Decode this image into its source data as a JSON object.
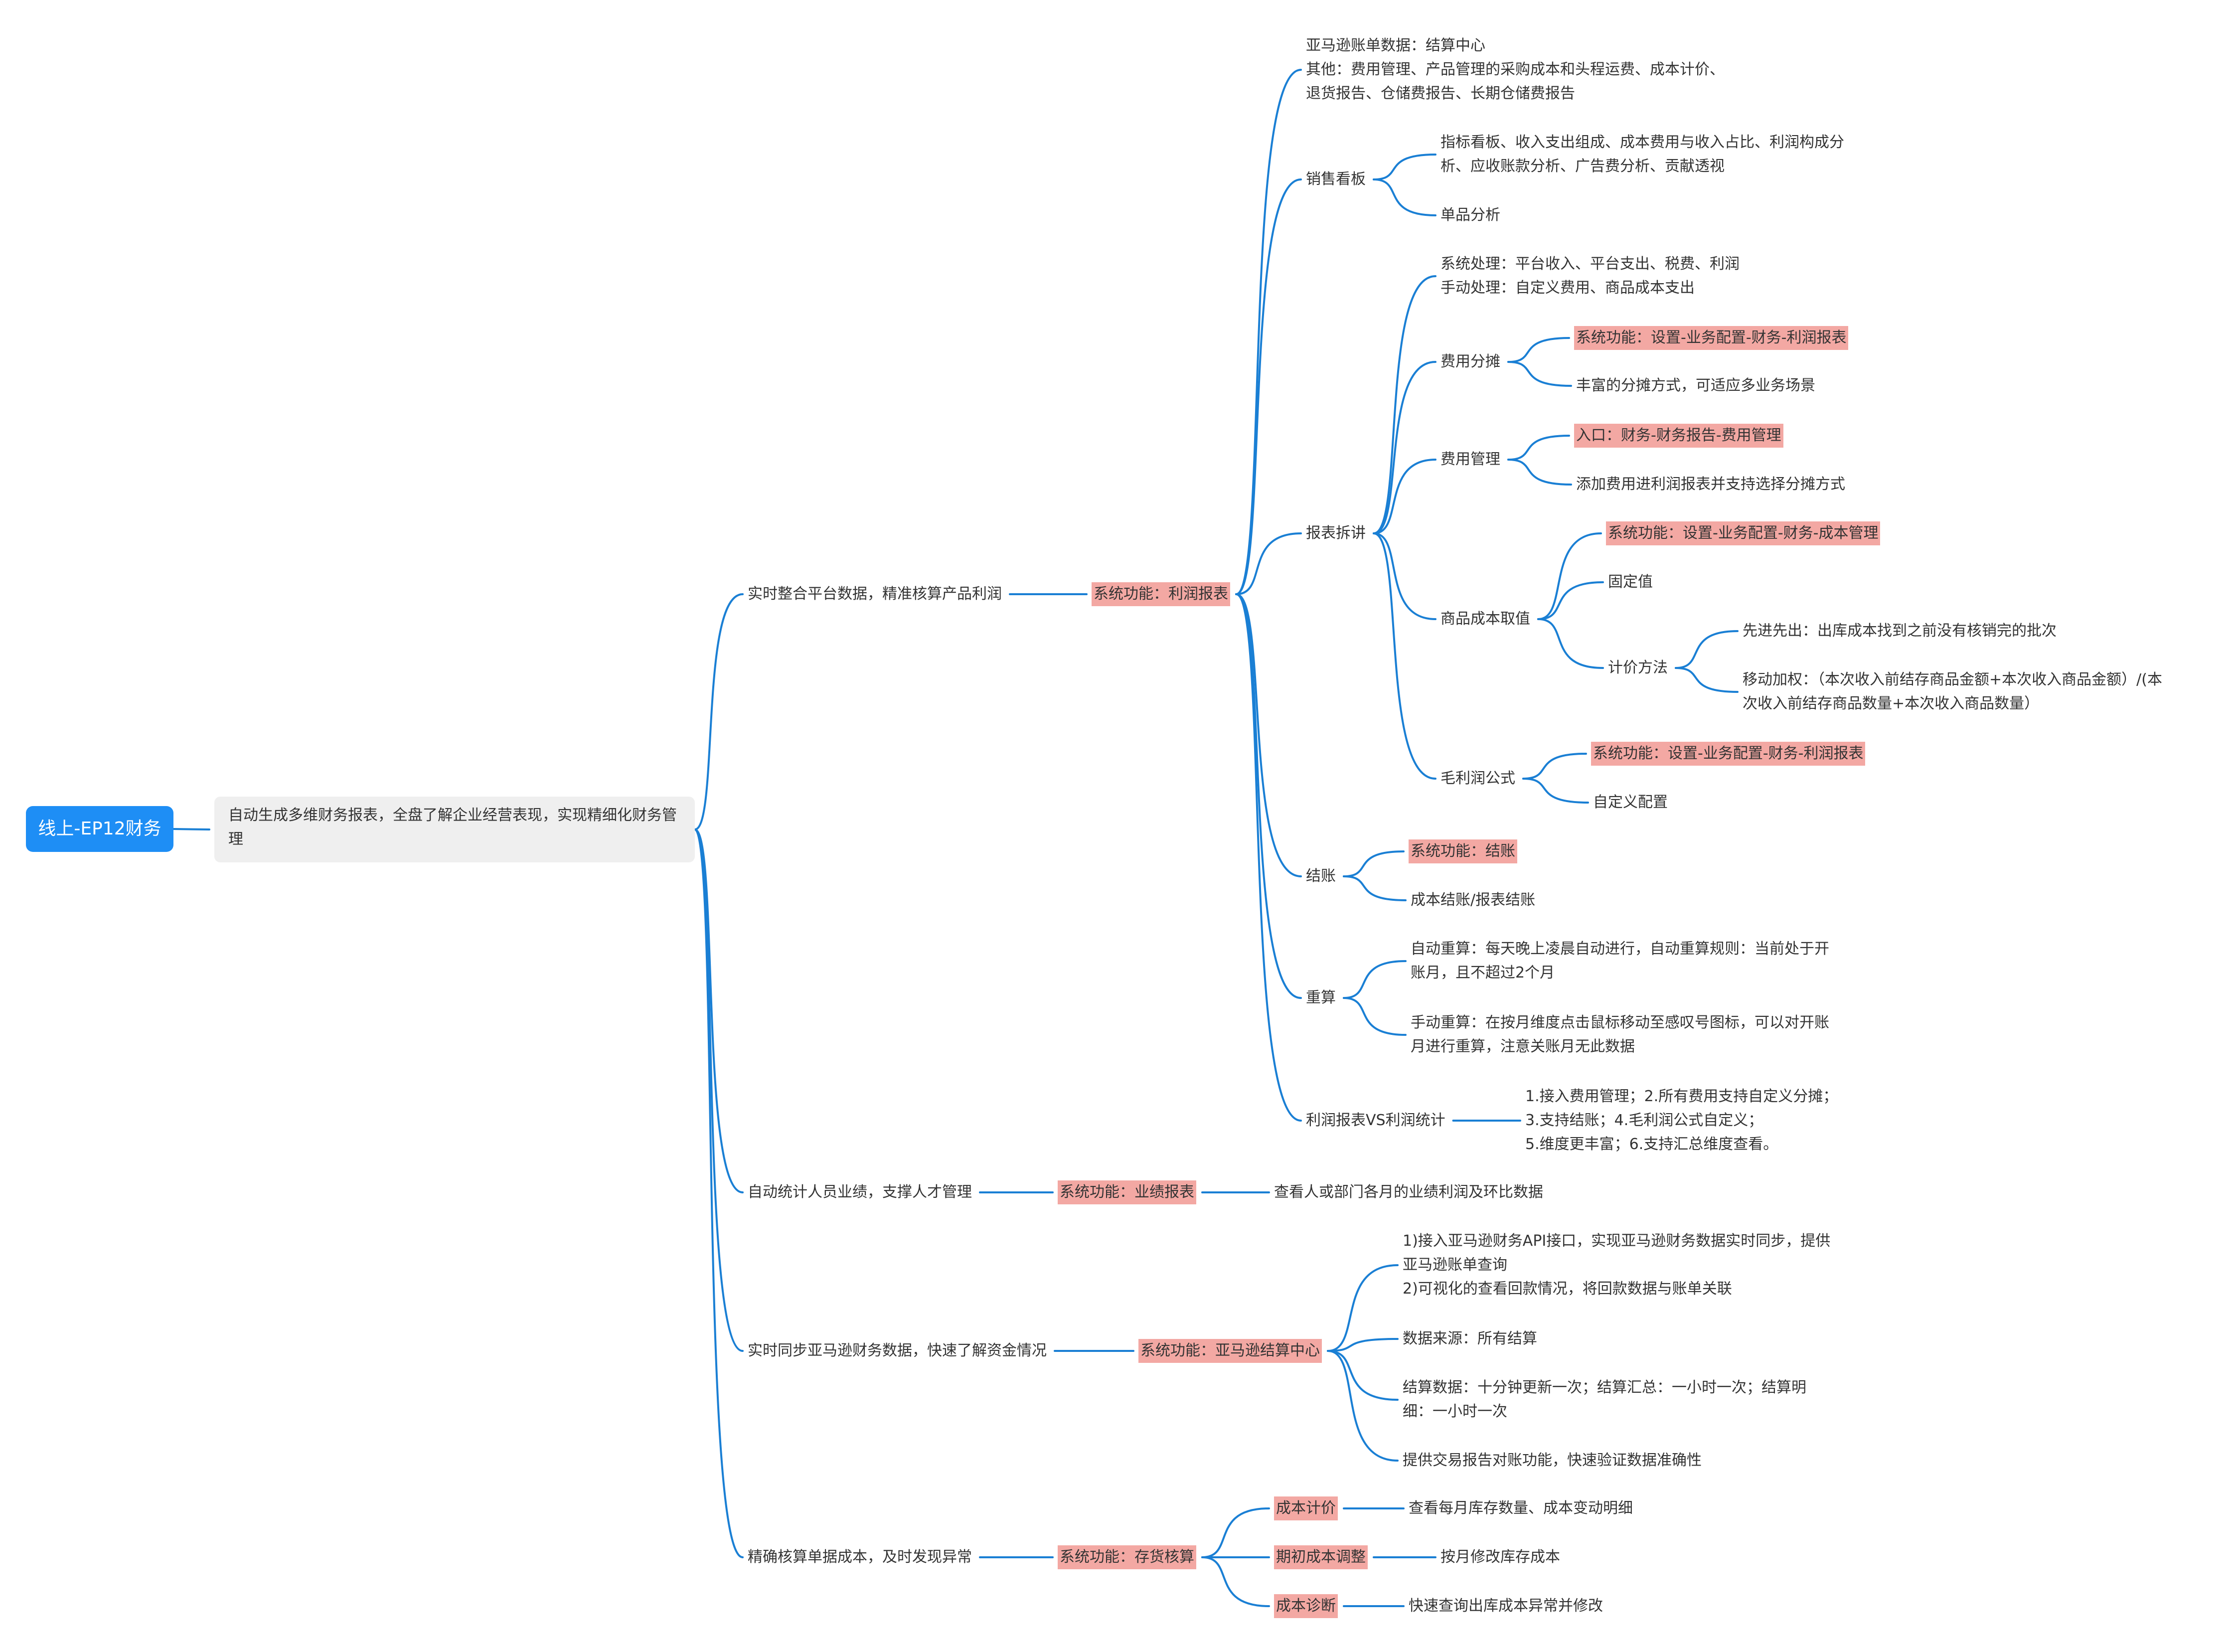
{
  "colors": {
    "root": "#1e8ef5",
    "highlight": "#f3a8a3",
    "link": "#1a7fd4",
    "center": "#efefef"
  },
  "mindmap": {
    "root": "线上-EP12财务",
    "center": "自动生成多维财务报表，全盘了解企业经营表现，实现精细化财务管理",
    "b1": {
      "text": "实时整合平台数据，精准核算产品利润",
      "sys": "系统功能：利润报表",
      "source": "亚马逊账单数据：结算中心\n其他：费用管理、产品管理的采购成本和头程运费、成本计价、\n退货报告、仓储费报告、长期仓储费报告",
      "sales": {
        "label": "销售看板",
        "item1": "指标看板、收入支出组成、成本费用与收入占比、利润构成分\n析、应收账款分析、广告费分析、贡献透视",
        "item2": "单品分析"
      },
      "report": {
        "label": "报表拆讲",
        "process": "系统处理：平台收入、平台支出、税费、利润\n手动处理：自定义费用、商品成本支出",
        "alloc": {
          "label": "费用分摊",
          "sys": "系统功能：设置-业务配置-财务-利润报表",
          "desc": "丰富的分摊方式，可适应多业务场景"
        },
        "expense": {
          "label": "费用管理",
          "entry": "入口：财务-财务报告-费用管理",
          "desc": "添加费用进利润报表并支持选择分摊方式"
        },
        "cost": {
          "label": "商品成本取值",
          "sys": "系统功能：设置-业务配置-财务-成本管理",
          "fixed": "固定值",
          "method": "计价方法",
          "fifo": "先进先出：出库成本找到之前没有核销完的批次",
          "moving": "移动加权：（本次收入前结存商品金额+本次收入商品金额）/(本\n次收入前结存商品数量+本次收入商品数量）"
        },
        "margin": {
          "label": "毛利润公式",
          "sys": "系统功能：设置-业务配置-财务-利润报表",
          "custom": "自定义配置"
        }
      },
      "close": {
        "label": "结账",
        "sys": "系统功能：结账",
        "desc": "成本结账/报表结账"
      },
      "recalc": {
        "label": "重算",
        "auto": "自动重算：每天晚上凌晨自动进行，自动重算规则：当前处于开\n账月，且不超过2个月",
        "manual": "手动重算：在按月维度点击鼠标移动至感叹号图标，可以对开账\n月进行重算，注意关账月无此数据"
      },
      "vs": {
        "label": "利润报表VS利润统计",
        "desc": "1.接入费用管理；2.所有费用支持自定义分摊；\n3.支持结账；4.毛利润公式自定义；\n5.维度更丰富；6.支持汇总维度查看。"
      }
    },
    "b2": {
      "text": "自动统计人员业绩，支撑人才管理",
      "sys": "系统功能：业绩报表",
      "desc": "查看人或部门各月的业绩利润及环比数据"
    },
    "b3": {
      "text": "实时同步亚马逊财务数据，快速了解资金情况",
      "sys": "系统功能：亚马逊结算中心",
      "d1": "1)接入亚马逊财务API接口，实现亚马逊财务数据实时同步，提供\n亚马逊账单查询\n2)可视化的查看回款情况，将回款数据与账单关联",
      "d2": "数据来源：所有结算",
      "d3": "结算数据：十分钟更新一次；结算汇总：一小时一次；结算明\n细：一小时一次",
      "d4": "提供交易报告对账功能，快速验证数据准确性"
    },
    "b4": {
      "text": "精确核算单据成本，及时发现异常",
      "sys": "系统功能：存货核算",
      "c1": {
        "label": "成本计价",
        "desc": "查看每月库存数量、成本变动明细"
      },
      "c2": {
        "label": "期初成本调整",
        "desc": "按月修改库存成本"
      },
      "c3": {
        "label": "成本诊断",
        "desc": "快速查询出库成本异常并修改"
      }
    }
  }
}
